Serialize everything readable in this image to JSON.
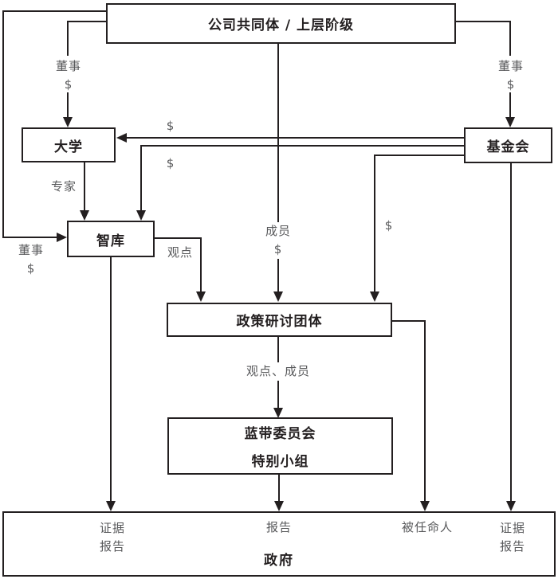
{
  "diagram": {
    "title_context": "policy-network-flowchart",
    "boxes": {
      "corporate": "公司共同体 / 上层阶级",
      "university": "大学",
      "foundation": "基金会",
      "think_tank": "智库",
      "policy_group": "政策研讨团体",
      "blue_ribbon_line1": "蓝带委员会",
      "blue_ribbon_line2": "特别小组",
      "government": "政府"
    },
    "edge_labels": {
      "directors_left": "董事",
      "directors_left_money": "$",
      "directors_right": "董事",
      "directors_right_money": "$",
      "directors_far_left": "董事",
      "directors_far_left_money": "$",
      "experts": "专家",
      "money_to_university": "$",
      "money_to_think_tank": "$",
      "money_to_policy_group": "$",
      "members": "成员",
      "members_money": "$",
      "viewpoints": "观点",
      "viewpoints_members": "观点、成员",
      "evidence_left_line1": "证据",
      "evidence_left_line2": "报告",
      "reports": "报告",
      "appointees": "被任命人",
      "evidence_right_line1": "证据",
      "evidence_right_line2": "报告"
    },
    "colors": {
      "line": "#231f20",
      "label_gray": "#58595b",
      "background": "#ffffff"
    }
  }
}
